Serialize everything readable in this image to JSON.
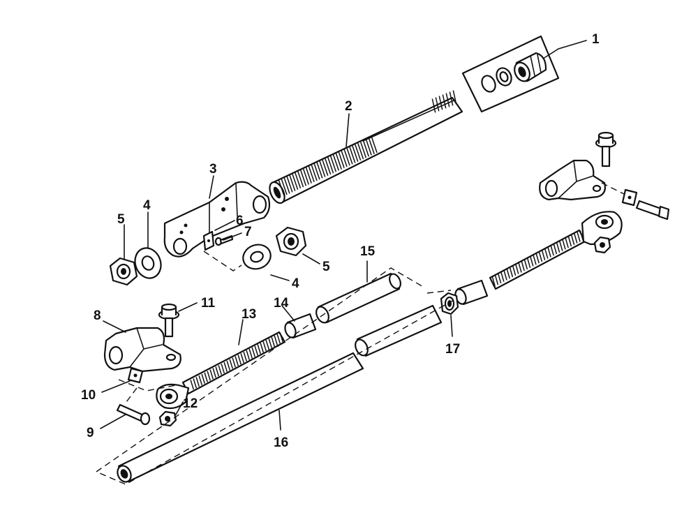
{
  "callouts": {
    "c1": "1",
    "c2": "2",
    "c3": "3",
    "c4a": "4",
    "c4b": "4",
    "c5a": "5",
    "c5b": "5",
    "c6": "6",
    "c7": "7",
    "c8": "8",
    "c9": "9",
    "c10": "10",
    "c11": "11",
    "c12": "12",
    "c13": "13",
    "c14": "14",
    "c15": "15",
    "c16": "16",
    "c17": "17"
  },
  "colors": {
    "ink": "#111111",
    "paper": "#ffffff"
  }
}
